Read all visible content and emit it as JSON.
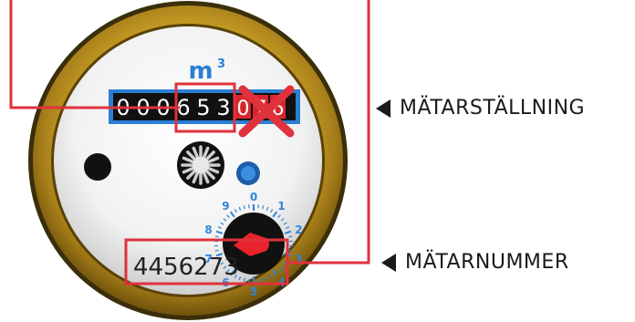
{
  "meter": {
    "unit": "m",
    "unit_exponent": "3",
    "reading_black_digits": [
      "0",
      "0",
      "0",
      "6",
      "5",
      "3"
    ],
    "reading_red_digits": [
      "0",
      "7",
      "6"
    ],
    "serial_number": "4456273",
    "dial_numbers": [
      "0",
      "1",
      "2",
      "3",
      "4",
      "5",
      "6",
      "7",
      "8",
      "9"
    ]
  },
  "labels": {
    "reading": "MÄTARSTÄLLNING",
    "number": "MÄTARNUMMER"
  },
  "colors": {
    "highlight": "#e0323c",
    "rim_gold": "#c9a227",
    "counter_blue": "#2b7fd4",
    "dial_blue": "#2f86d6",
    "needle_red": "#e8232b"
  }
}
